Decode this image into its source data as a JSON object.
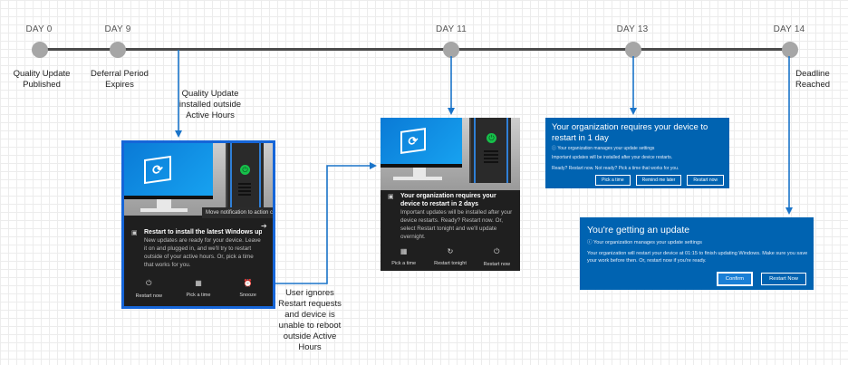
{
  "colors": {
    "timeline": "#4a4a4a",
    "node": "#a6a6a6",
    "arrow": "#1a74c9",
    "dialog_blue": "#0063b1",
    "toast_dark": "#1f1f1f"
  },
  "timeline": {
    "milestones": [
      {
        "day": "DAY 0",
        "note": "Quality Update Published"
      },
      {
        "day": "DAY 9",
        "note": "Deferral Period Expires"
      },
      {
        "day": "DAY 11",
        "note": ""
      },
      {
        "day": "DAY 13",
        "note": ""
      },
      {
        "day": "DAY 14",
        "note": "Deadline Reached"
      }
    ]
  },
  "annotations": {
    "installed": "Quality Update installed outside Active Hours",
    "ignored": "User ignores Restart requests and device is unable to reboot outside Active Hours"
  },
  "toast1": {
    "tooltip": "Move notification to action center",
    "title": "Restart to install the latest Windows upda",
    "body": "New updates are ready for your device. Leave it on and plugged in, and we'll try to restart outside of your active hours. Or, pick a time that works for you.",
    "actions": [
      {
        "icon": "power-icon",
        "label": "Restart now"
      },
      {
        "icon": "calendar-icon",
        "label": "Pick a time"
      },
      {
        "icon": "alarm-icon",
        "label": "Snooze"
      }
    ]
  },
  "toast2": {
    "title": "Your organization requires your device to restart in 2 days",
    "body": "Important updates will be installed after your device restarts. Ready? Restart now. Or, select Restart tonight and we'll update overnight.",
    "actions": [
      {
        "icon": "calendar-icon",
        "label": "Pick a time"
      },
      {
        "icon": "moon-restart-icon",
        "label": "Restart tonight"
      },
      {
        "icon": "power-icon",
        "label": "Restart now"
      }
    ]
  },
  "dialog1": {
    "title": "Your organization requires your device to restart in 1 day",
    "managed": "Your organization manages your update settings",
    "line1": "Important updates will be installed after your device restarts.",
    "line2": "Ready? Restart now. Not ready? Pick a time that works for you.",
    "buttons": [
      "Pick a time",
      "Remind me later",
      "Restart now"
    ]
  },
  "dialog2": {
    "title": "You're getting an update",
    "managed": "Your organization manages your update settings",
    "body": "Your organization will restart your device at 01:15 to finish updating Windows. Make sure you save your work before then. Or, restart now if you're ready.",
    "buttons": [
      "Confirm",
      "Restart Now"
    ]
  }
}
